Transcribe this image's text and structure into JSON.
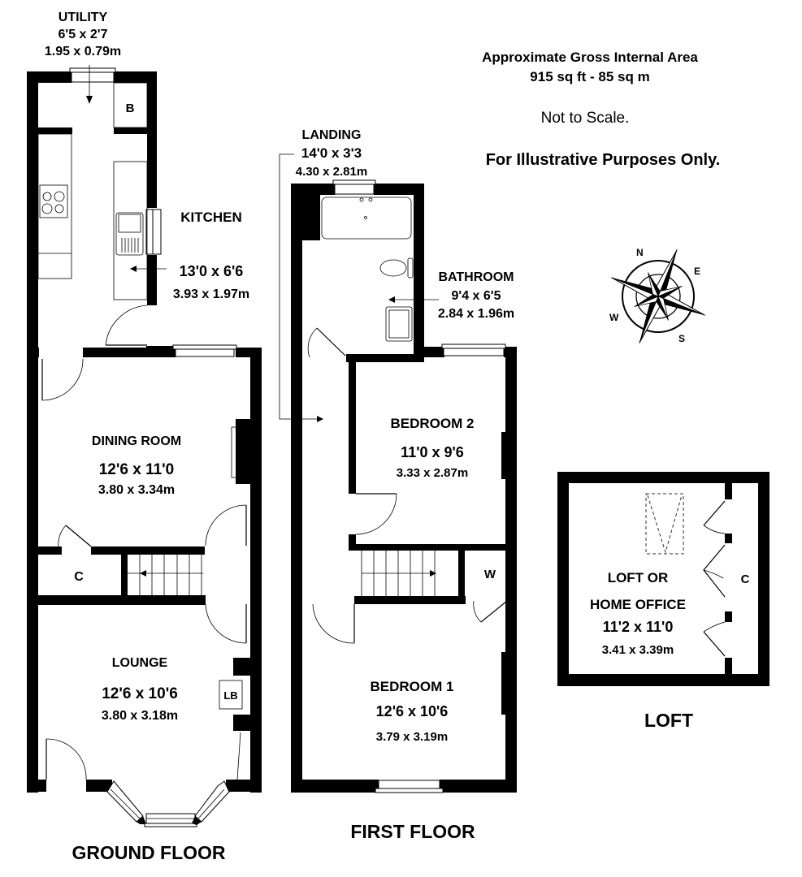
{
  "info": {
    "gia_title": "Approximate Gross Internal Area",
    "gia_value": "915 sq ft - 85 sq m",
    "not_to_scale": "Not to Scale.",
    "illustrative": "For Illustrative Purposes Only."
  },
  "compass": {
    "n": "N",
    "e": "E",
    "s": "S",
    "w": "W"
  },
  "floors": {
    "ground": {
      "label": "GROUND FLOOR",
      "rooms": {
        "utility": {
          "name": "UTILITY",
          "imperial": "6'5 x 2'7",
          "metric": "1.95 x 0.79m"
        },
        "kitchen": {
          "name": "KITCHEN",
          "imperial": "13'0 x 6'6",
          "metric": "3.93 x 1.97m"
        },
        "dining": {
          "name": "DINING ROOM",
          "imperial": "12'6 x 11'0",
          "metric": "3.80 x 3.34m"
        },
        "lounge": {
          "name": "LOUNGE",
          "imperial": "12'6 x 10'6",
          "metric": "3.80 x 3.18m"
        }
      },
      "markers": {
        "boiler": "B",
        "cupboard": "C",
        "log_burner": "LB"
      }
    },
    "first": {
      "label": "FIRST FLOOR",
      "rooms": {
        "landing": {
          "name": "LANDING",
          "imperial": "14'0 x 3'3",
          "metric": "4.30 x 2.81m"
        },
        "bathroom": {
          "name": "BATHROOM",
          "imperial": "9'4 x 6'5",
          "metric": "2.84 x 1.96m"
        },
        "bedroom2": {
          "name": "BEDROOM 2",
          "imperial": "11'0 x 9'6",
          "metric": "3.33 x 2.87m"
        },
        "bedroom1": {
          "name": "BEDROOM 1",
          "imperial": "12'6 x 10'6",
          "metric": "3.79 x 3.19m"
        }
      },
      "markers": {
        "wardrobe": "W"
      }
    },
    "loft": {
      "label": "LOFT",
      "rooms": {
        "loft_office": {
          "name_line1": "LOFT OR",
          "name_line2": "HOME OFFICE",
          "imperial": "11'2 x 11'0",
          "metric": "3.41 x 3.39m"
        }
      },
      "markers": {
        "cupboard": "C"
      }
    }
  }
}
